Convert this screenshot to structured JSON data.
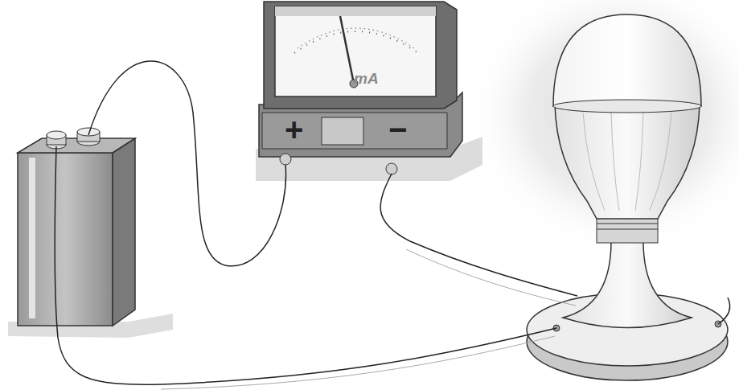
{
  "diagram": {
    "labels": [
      "mA",
      "+",
      "−"
    ]
  }
}
